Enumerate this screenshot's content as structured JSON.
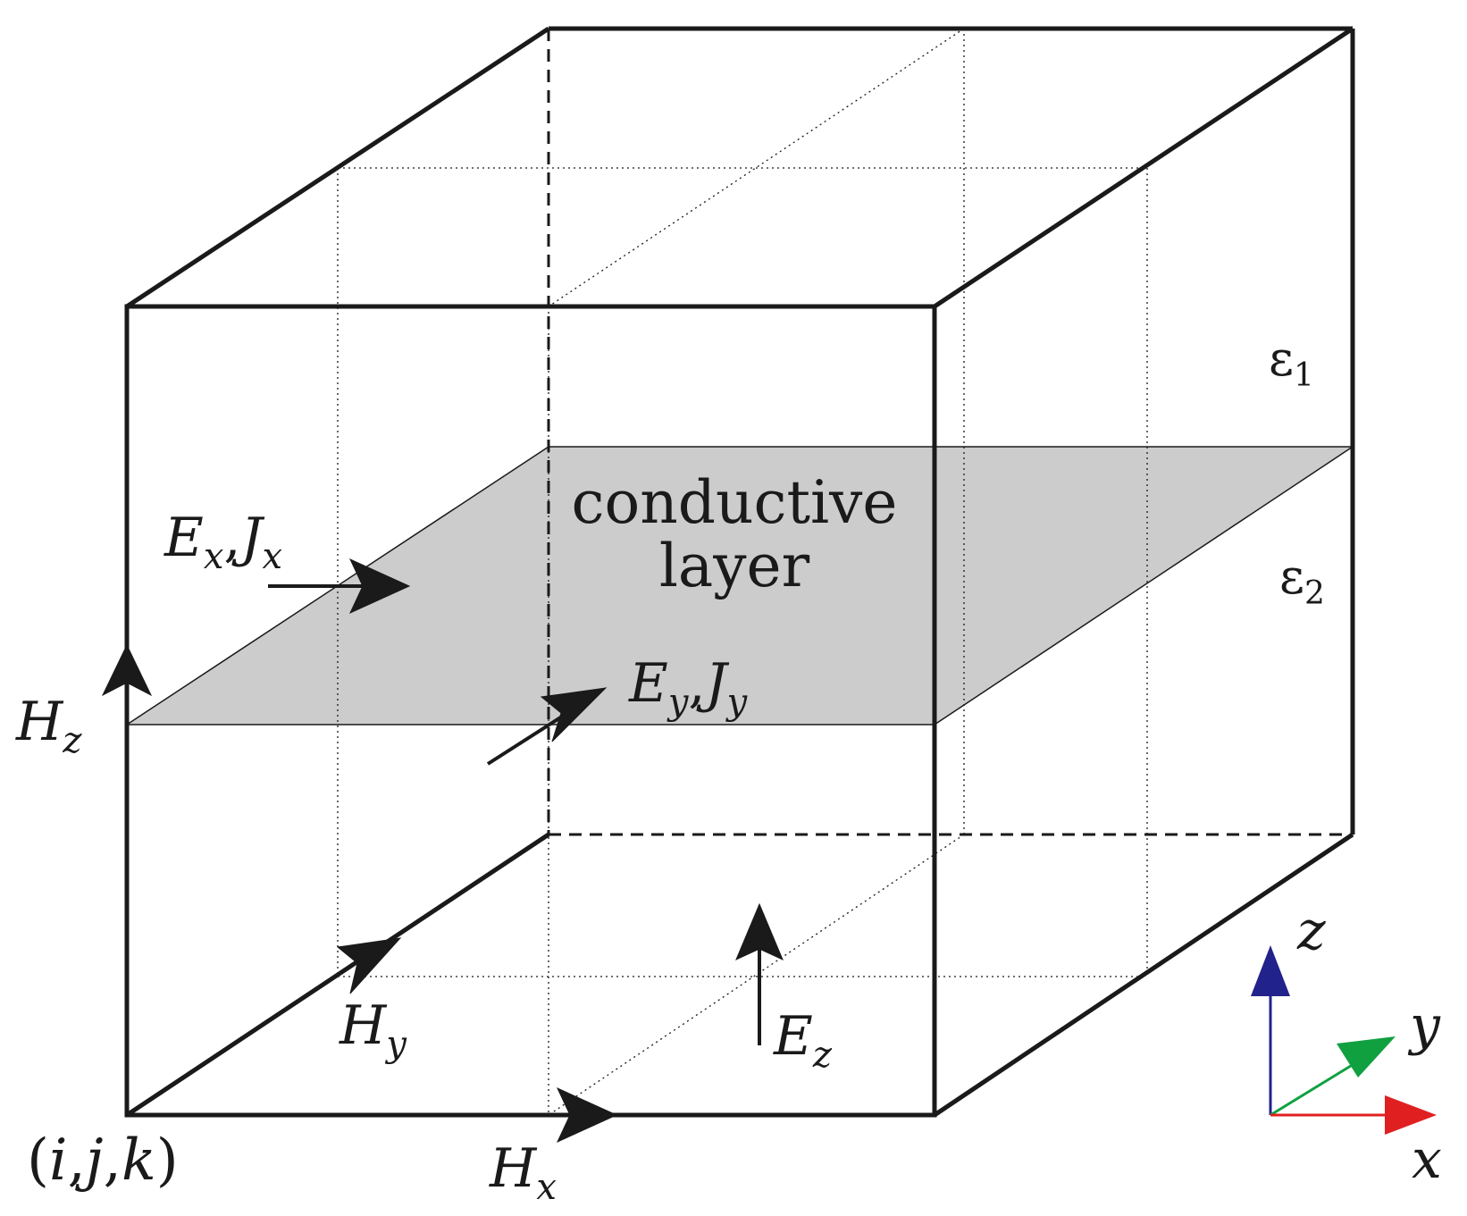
{
  "diagram": {
    "labels": {
      "conductive_line1": "conductive",
      "conductive_line2": "layer",
      "eps1_base": "ε",
      "eps1_sub": "1",
      "eps2_base": "ε",
      "eps2_sub": "2",
      "ex_base": "E",
      "ex_sub": "x",
      "jx_base": "J",
      "jx_sub": "x",
      "ey_base": "E",
      "ey_sub": "y",
      "jy_base": "J",
      "jy_sub": "y",
      "hz_base": "H",
      "hz_sub": "z",
      "hy_base": "H",
      "hy_sub": "y",
      "hx_base": "H",
      "hx_sub": "x",
      "ez_base": "E",
      "ez_sub": "z",
      "index_open": "(",
      "index_i": "i",
      "index_c1": ",",
      "index_j": "j",
      "index_c2": ",",
      "index_k": "k",
      "index_close": ")",
      "sep_comma": ","
    },
    "axes": {
      "x": "x",
      "y": "y",
      "z": "z"
    },
    "colors": {
      "x_axis": "#e02020",
      "y_axis": "#10a040",
      "z_axis": "#22228c",
      "layer_fill": "#cccccc",
      "edge": "#1a1a1a"
    }
  }
}
